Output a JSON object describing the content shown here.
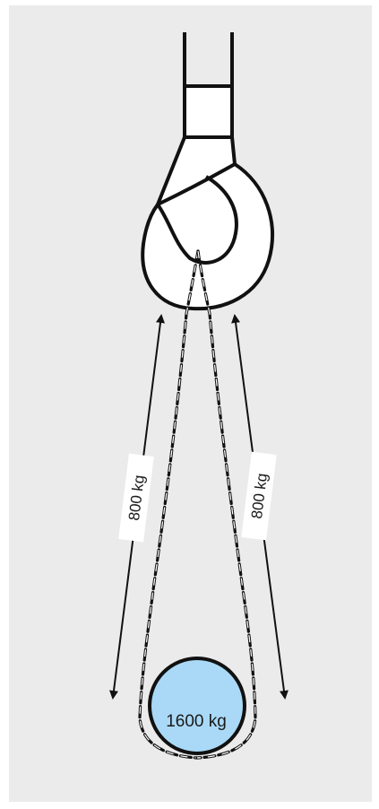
{
  "diagram": {
    "left_leg_label": "800 kg",
    "right_leg_label": "800 kg",
    "load_label": "1600 kg",
    "colors": {
      "background": "#ebebeb",
      "outline": "#111111",
      "hook_fill": "#ffffff",
      "load_fill": "#a9d9f6",
      "label_box": "#ffffff"
    },
    "icons": [
      "crane-hook-icon",
      "chain-sling-icon",
      "double-arrow-icon"
    ]
  }
}
